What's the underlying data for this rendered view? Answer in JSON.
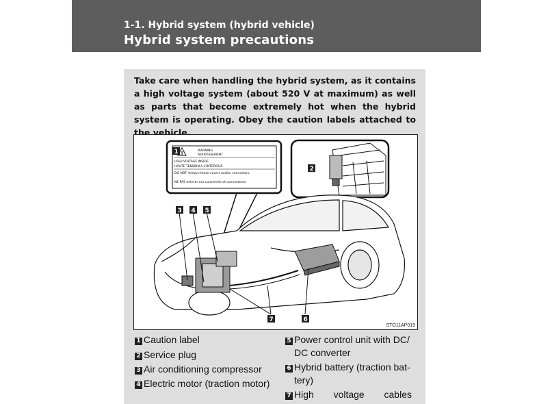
{
  "header": {
    "section": "1-1. Hybrid system (hybrid vehicle)",
    "title": "Hybrid system precautions"
  },
  "intro": "Take care when handling the hybrid system, as it contains a high voltage system (about 520 V at maximum) as well as parts that become extremely hot when the hybrid system is operating. Obey the caution labels attached to the vehicle.",
  "figure": {
    "id": "STO11AP019",
    "caution_label": {
      "line1": "WARNING",
      "line2": "AVERTISSEMENT",
      "line3": "HIGH VOLTAGE INSIDE",
      "line4": "HAUTE TENSION A L'INTERIEUR",
      "line5": "DO NOT remove these covers and/or connectors.",
      "line6": "NE PAS enlever ces couvercles et connecteurs."
    },
    "callouts": [
      "1",
      "2",
      "3",
      "4",
      "5",
      "6",
      "7"
    ]
  },
  "legend": [
    {
      "num": "1",
      "text": "Caution label"
    },
    {
      "num": "2",
      "text": "Service plug"
    },
    {
      "num": "3",
      "text": "Air conditioning compressor"
    },
    {
      "num": "4",
      "text": "Electric motor (traction motor)"
    },
    {
      "num": "5",
      "text": "Power control unit with DC/",
      "text2": "DC converter"
    },
    {
      "num": "6",
      "text": "Hybrid battery (traction bat-",
      "text2": "tery)"
    },
    {
      "num": "7",
      "words": [
        "High",
        "voltage",
        "cables"
      ]
    }
  ]
}
